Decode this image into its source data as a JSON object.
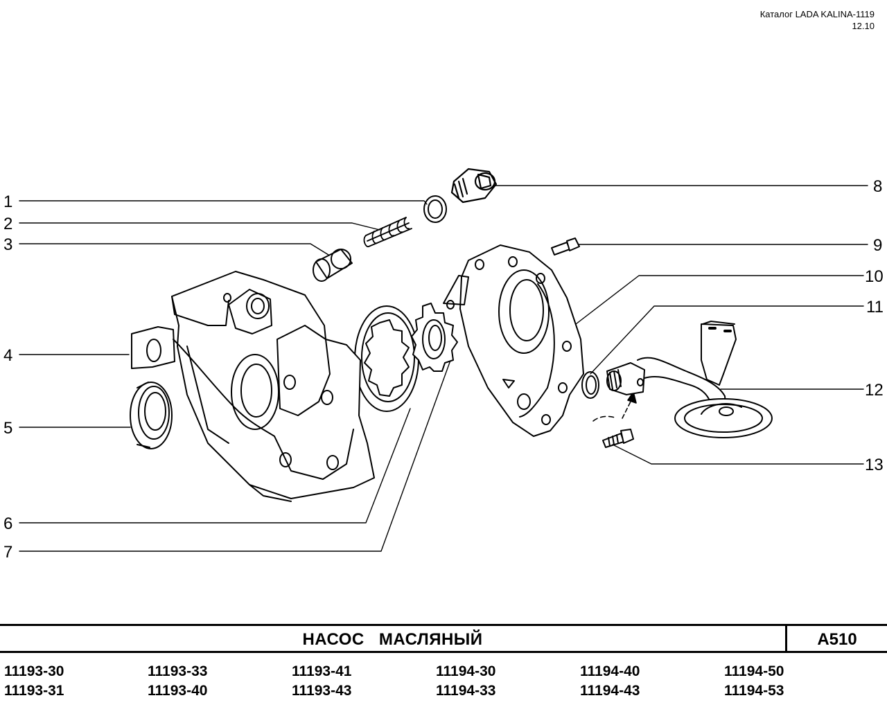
{
  "header": {
    "catalog": "Каталог LADA KALINA-1119",
    "date": "12.10"
  },
  "callouts": [
    "1",
    "2",
    "3",
    "4",
    "5",
    "6",
    "7",
    "8",
    "9",
    "10",
    "11",
    "12",
    "13"
  ],
  "title": {
    "name": "НАСОС   МАСЛЯНЫЙ",
    "code": "A510"
  },
  "models": [
    [
      "11193-30",
      "11193-31"
    ],
    [
      "11193-33",
      "11193-40"
    ],
    [
      "11193-41",
      "11193-43"
    ],
    [
      "11194-30",
      "11194-33"
    ],
    [
      "11194-40",
      "11194-43"
    ],
    [
      "11194-50",
      "11194-53"
    ]
  ]
}
